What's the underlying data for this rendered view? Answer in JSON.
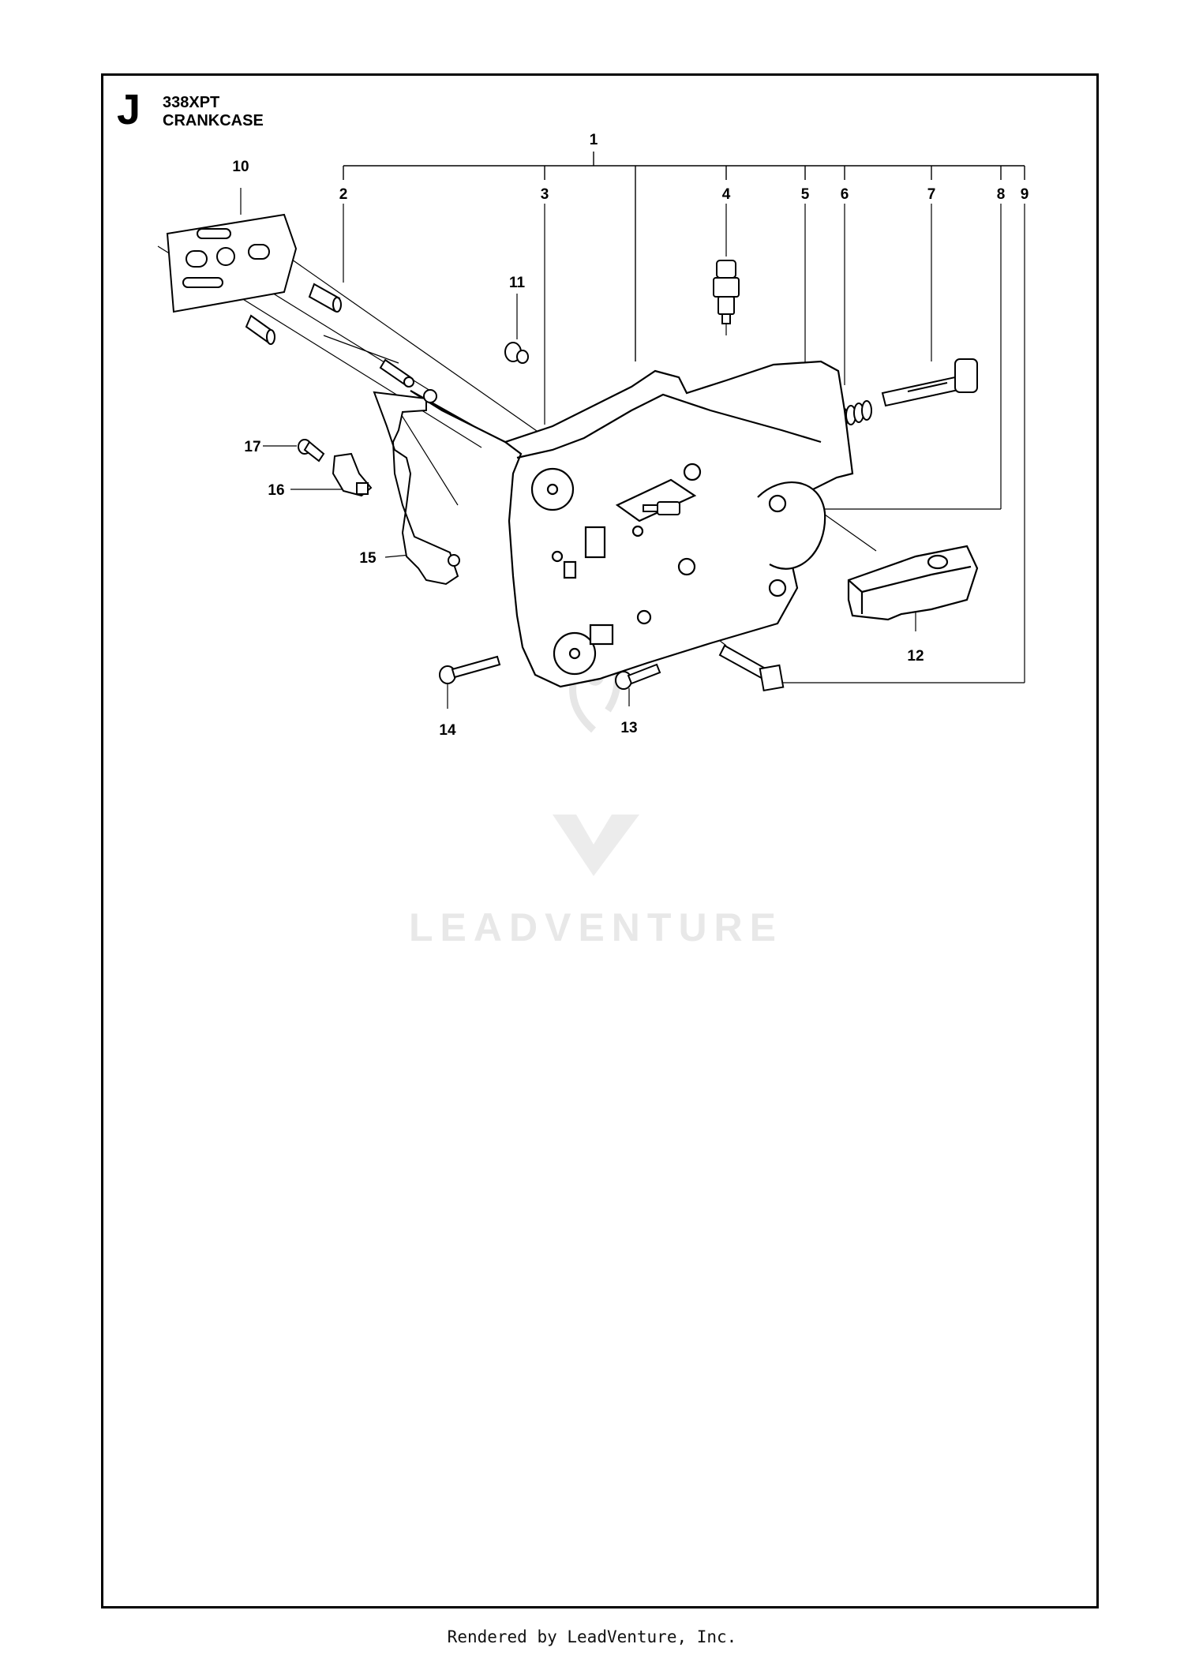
{
  "header": {
    "section_letter": "J",
    "model": "338XPT",
    "title": "CRANKCASE"
  },
  "callouts": [
    "1",
    "2",
    "3",
    "4",
    "5",
    "6",
    "7",
    "8",
    "9",
    "10",
    "11",
    "12",
    "13",
    "14",
    "15",
    "16",
    "17"
  ],
  "watermark": {
    "text": "LEADVENTURE",
    "logo": "flame-v-logo",
    "color": "#e8e8e8"
  },
  "footer": {
    "text": "Rendered by LeadVenture, Inc."
  }
}
